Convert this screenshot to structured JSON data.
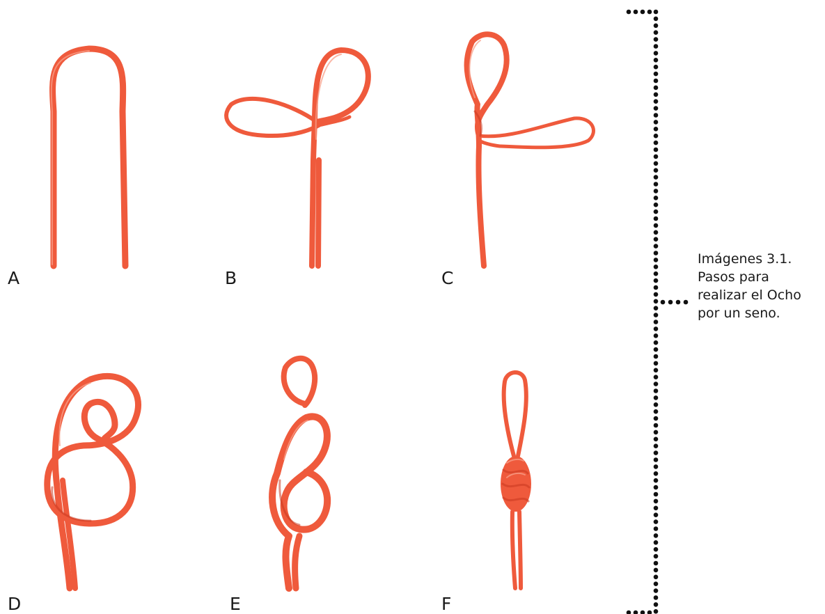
{
  "steps": [
    {
      "id": "A",
      "label": "A"
    },
    {
      "id": "B",
      "label": "B"
    },
    {
      "id": "C",
      "label": "C"
    },
    {
      "id": "D",
      "label": "D"
    },
    {
      "id": "E",
      "label": "E"
    },
    {
      "id": "F",
      "label": "F"
    }
  ],
  "caption": {
    "line1": "Imágenes 3.1.",
    "line2": "Pasos para",
    "line3": "realizar el Ocho",
    "line4": "por un seno."
  },
  "colors": {
    "rope": "#ef5a3c",
    "rope_highlight": "#f8a08a",
    "rope_shadow": "#c8391f",
    "text": "#1a1a1a",
    "background": "#ffffff"
  }
}
